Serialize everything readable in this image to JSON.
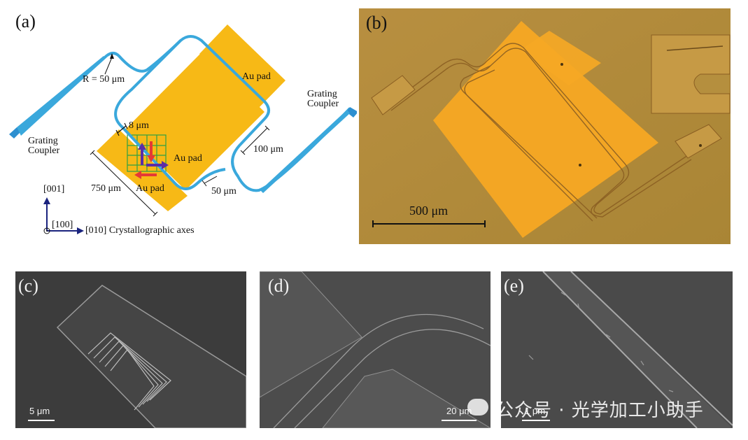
{
  "panel_a": {
    "label": "(a)",
    "radius_label": "R = 50 μm",
    "au_pad_label": "Au pad",
    "grating_coupler_label": [
      "Grating",
      "Coupler"
    ],
    "dim_8": "8 μm",
    "dim_100": "100 μm",
    "dim_50": "50 μm",
    "dim_750": "750 μm",
    "axis_001": "[001]",
    "axis_100": "[100]",
    "axis_010": "[010] Crystallographic axes",
    "colors": {
      "waveguide": "#3aa8dc",
      "au_pad": "#f7b916",
      "coupler": "#2d8fd0",
      "axes": "#1a237e"
    }
  },
  "panel_b": {
    "label": "(b)",
    "scale": "500 μm"
  },
  "panel_c": {
    "label": "(c)",
    "scale": "5 μm"
  },
  "panel_d": {
    "label": "(d)",
    "scale": "20 μm"
  },
  "panel_e": {
    "label": "(e)",
    "scale": "1 μm"
  },
  "watermark": {
    "text": "公众号 · 光学加工小助手"
  }
}
